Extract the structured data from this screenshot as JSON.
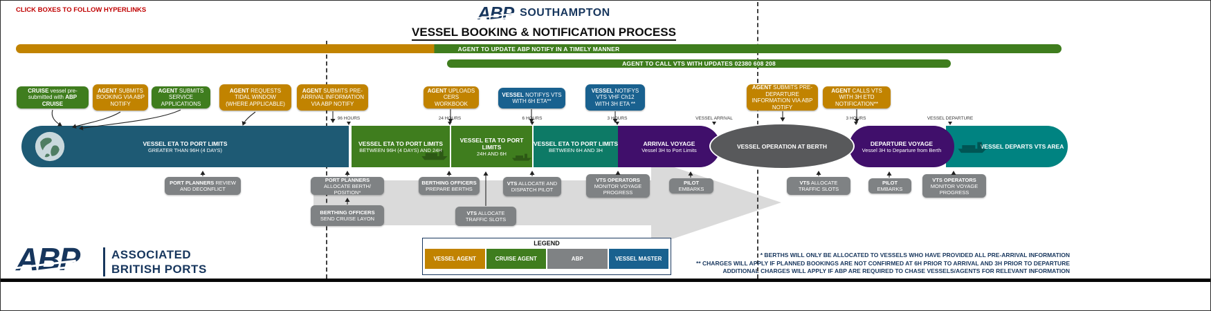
{
  "palette": {
    "orange": "#C18300",
    "green": "#3F7D1E",
    "blue": "#19618F",
    "dark_blue": "#1E5A74",
    "teal": "#0D7A66",
    "bright_teal": "#008381",
    "purple": "#400F6B",
    "abp_gray": "#7F8284",
    "berth_gray": "#58595B",
    "navy": "#17365D",
    "red": "#C00000"
  },
  "hint": {
    "text": "CLICK BOXES TO FOLLOW HYPERLINKS"
  },
  "header": {
    "logo": "ABP",
    "location": "SOUTHAMPTON",
    "title": "VESSEL BOOKING & NOTIFICATION PROCESS"
  },
  "banners": {
    "update": "AGENT TO UPDATE ABP NOTIFY IN A TIMELY MANNER",
    "call_vts": "AGENT TO CALL VTS WITH UPDATES 02380 608 208"
  },
  "process_boxes": [
    {
      "strong": "CRUISE",
      "mid": "vessel pre-submitted with",
      "strong2": "ABP CRUISE"
    },
    {
      "strong": "AGENT",
      "rest": "SUBMITS BOOKING VIA ABP NOTIFY"
    },
    {
      "strong": "AGENT",
      "rest": "SUBMITS SERVICE APPLICATIONS"
    },
    {
      "strong": "AGENT",
      "rest": "REQUESTS TIDAL WINDOW (WHERE APPLICABLE)"
    },
    {
      "strong": "AGENT",
      "rest": "SUBMITS PRE-ARRIVAL INFORMATION VIA ABP NOTIFY"
    },
    {
      "strong": "AGENT",
      "rest": "UPLOADS CERS WORKBOOK"
    },
    {
      "strong": "VESSEL",
      "rest": "NOTIFYS VTS WITH 6H ETA**"
    },
    {
      "strong": "VESSEL",
      "rest": "NOTIFYS VTS VHF Ch12 WITH 3H ETA **"
    },
    {
      "strong": "AGENT",
      "rest": "SUBMITS PRE-DEPARTURE INFORMATION VIA ABP NOTIFY"
    },
    {
      "strong": "AGENT",
      "rest": "CALLS VTS WITH 3H ETD NOTIFICATION**"
    }
  ],
  "timeline": {
    "markers": [
      "96 HOURS",
      "24 HOURS",
      "6 HOURS",
      "3 HOURS",
      "VESSEL ARRIVAL",
      "3 HOURS",
      "VESSEL DEPARTURE"
    ],
    "segments": [
      {
        "title": "VESSEL ETA TO PORT LIMITS",
        "subtitle": "GREATER THAN 96H (4 DAYS)"
      },
      {
        "title": "VESSEL ETA TO PORT LIMITS",
        "subtitle": "BETWEEN 96H (4 DAYS) AND 24H"
      },
      {
        "title": "VESSEL ETA TO PORT LIMITS",
        "subtitle": "24H AND 6H"
      },
      {
        "title": "VESSEL ETA TO PORT LIMITS",
        "subtitle": "BETWEEN 6H AND 3H"
      },
      {
        "title": "ARRIVAL VOYAGE",
        "subtitle": "Vessel 3H to Port Limits"
      },
      {
        "title": "VESSEL OPERATION AT BERTH",
        "subtitle": ""
      },
      {
        "title": "DEPARTURE VOYAGE",
        "subtitle": "Vessel 3H to Departure from Berth"
      },
      {
        "title": "VESSEL DEPARTS VTS AREA",
        "subtitle": ""
      }
    ]
  },
  "abp_boxes": [
    {
      "strong": "PORT PLANNERS",
      "rest": "REVIEW AND DECONFLICT"
    },
    {
      "strong": "PORT PLANNERS",
      "rest": "ALLOCATE BERTH/ POSITION*"
    },
    {
      "strong": "BERTHING OFFICERS",
      "rest": "PREPARE BERTHS"
    },
    {
      "strong": "VTS",
      "rest": "ALLOCATE AND DISPATCH PILOT"
    },
    {
      "strong": "VTS OPERATORS",
      "rest": "MONITOR VOYAGE PROGRESS"
    },
    {
      "strong": "PILOT",
      "rest": "EMBARKS"
    },
    {
      "strong": "VTS",
      "rest": "ALLOCATE TRAFFIC SLOTS"
    },
    {
      "strong": "PILOT",
      "rest": "EMBARKS"
    },
    {
      "strong": "VTS OPERATORS",
      "rest": "MONITOR VOYAGE PROGRESS"
    },
    {
      "strong": "BERTHING OFFICERS",
      "rest": "SEND CRUISE LAYON"
    },
    {
      "strong": "VTS",
      "rest": "ALLOCATE TRAFFIC SLOTS"
    }
  ],
  "legend": {
    "title": "LEGEND",
    "items": [
      {
        "label": "VESSEL AGENT",
        "color": "#C18300"
      },
      {
        "label": "CRUISE AGENT",
        "color": "#3F7D1E"
      },
      {
        "label": "ABP",
        "color": "#7F8284"
      },
      {
        "label": "VESSEL MASTER",
        "color": "#19618F"
      }
    ]
  },
  "footer": {
    "logo": "ABP",
    "name_line1": "ASSOCIATED",
    "name_line2": "BRITISH PORTS",
    "notes": [
      "* BERTHS WILL ONLY BE ALLOCATED TO VESSELS WHO HAVE PROVIDED ALL PRE-ARRIVAL INFORMATION",
      "** CHARGES WILL APPLY IF PLANNED BOOKINGS ARE NOT CONFIRMED AT 6H PRIOR TO ARRIVAL AND 3H PRIOR TO DEPARTURE",
      "ADDITIONAL CHARGES WILL APPLY IF ABP ARE REQUIRED TO CHASE VESSELS/AGENTS FOR RELEVANT INFORMATION"
    ]
  }
}
